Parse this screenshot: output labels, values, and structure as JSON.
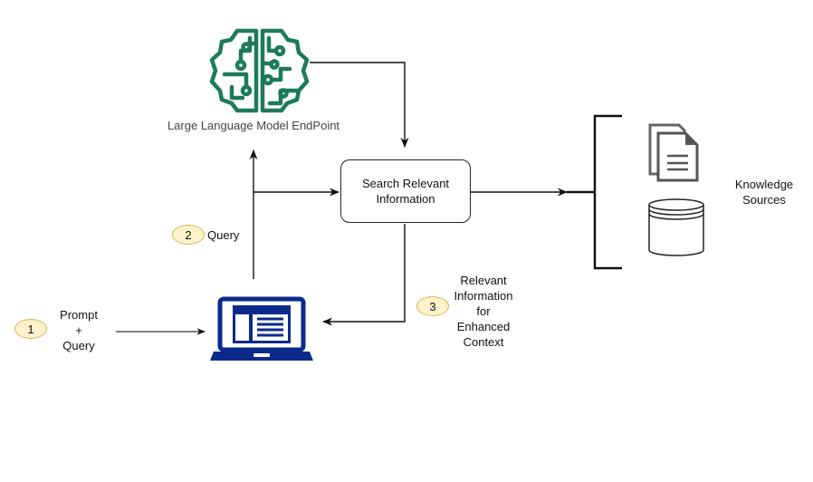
{
  "colors": {
    "llm_icon": "#1e7a5c",
    "laptop_icon": "#0b2a8c",
    "document_icon": "#555555",
    "badge_fill": "#fdf2cc",
    "badge_border": "#d6b656",
    "line": "#111111"
  },
  "nodes": {
    "llm": {
      "icon": "brain-circuit-icon",
      "label": "Large Language Model EndPoint"
    },
    "search": {
      "label_line1": "Search Relevant",
      "label_line2": "Information"
    },
    "client": {
      "icon": "laptop-icon"
    },
    "knowledge": {
      "icons": [
        "documents-icon",
        "database-icon"
      ],
      "label_line1": "Knowledge",
      "label_line2": "Sources"
    }
  },
  "steps": [
    {
      "number": "1",
      "label_lines": [
        "Prompt",
        "+",
        "Query"
      ]
    },
    {
      "number": "2",
      "label_lines": [
        "Query"
      ]
    },
    {
      "number": "3",
      "label_lines": [
        "Relevant",
        "Information",
        "for",
        "Enhanced",
        "Context"
      ]
    }
  ]
}
